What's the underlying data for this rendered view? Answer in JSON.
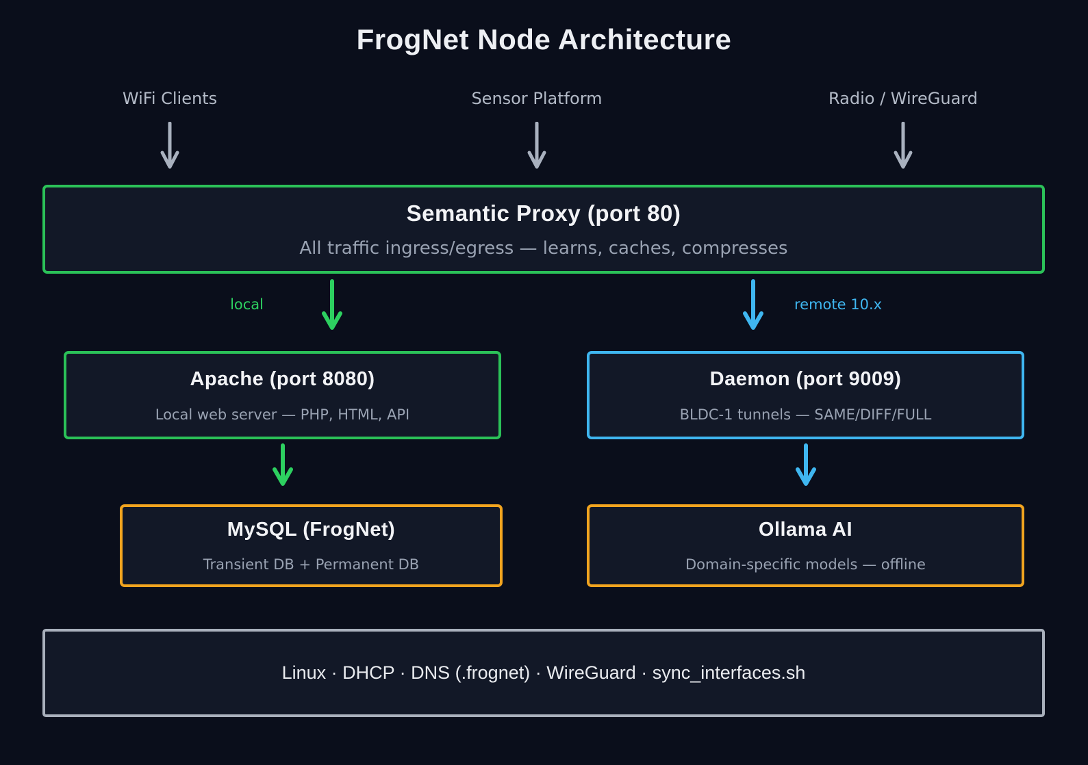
{
  "title": "FrogNet Node Architecture",
  "inputs": [
    {
      "label": "WiFi Clients"
    },
    {
      "label": "Sensor Platform"
    },
    {
      "label": "Radio / WireGuard"
    }
  ],
  "proxy": {
    "title": "Semantic Proxy (port 80)",
    "subtitle": "All traffic ingress/egress — learns, caches, compresses"
  },
  "branches": {
    "local_label": "local",
    "remote_label": "remote 10.x"
  },
  "apache": {
    "title": "Apache (port 8080)",
    "subtitle": "Local web server — PHP, HTML, API"
  },
  "daemon": {
    "title": "Daemon (port 9009)",
    "subtitle": "BLDC-1 tunnels — SAME/DIFF/FULL"
  },
  "mysql": {
    "title": "MySQL (FrogNet)",
    "subtitle": "Transient DB + Permanent DB"
  },
  "ollama": {
    "title": "Ollama AI",
    "subtitle": "Domain-specific models — offline"
  },
  "base": {
    "label": "Linux · DHCP · DNS (.frognet) · WireGuard · sync_interfaces.sh"
  },
  "icons": {
    "down_arrow": "↓"
  },
  "colors": {
    "background": "#0a0e1b",
    "panel": "#121827",
    "green": "#2bc158",
    "green_bright": "#2dd060",
    "blue": "#3fb6f0",
    "orange": "#f2a41f",
    "gray_border": "#a9b0bc",
    "arrow_gray": "#a9b1bf",
    "label_gray": "#b3bac7",
    "subtitle_gray": "#99a2b2",
    "title_white": "#edeff3"
  }
}
